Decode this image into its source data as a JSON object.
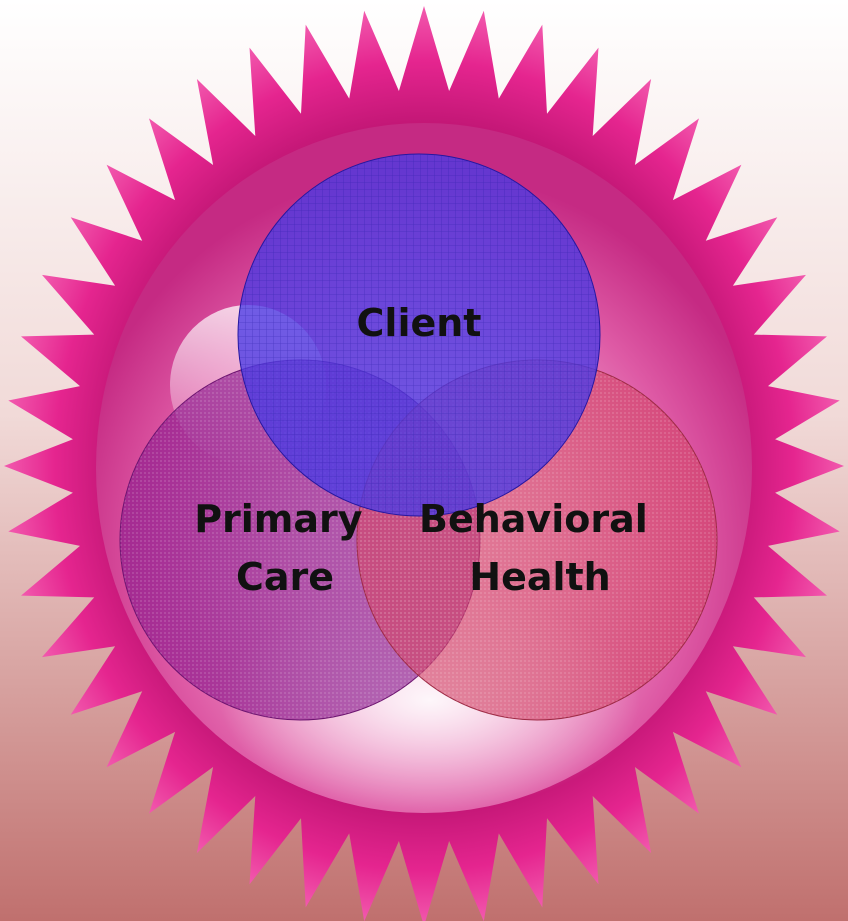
{
  "diagram": {
    "type": "venn",
    "circles": [
      {
        "id": "client",
        "label_lines": [
          "Client"
        ],
        "color": "#4a3be6"
      },
      {
        "id": "primary-care",
        "label_lines": [
          "Primary",
          "Care"
        ],
        "color": "#8a1a8e"
      },
      {
        "id": "behavioral-health",
        "label_lines": [
          "Behavioral",
          "Health"
        ],
        "color": "#d2476a"
      }
    ],
    "colors": {
      "background_top": "#ffffff",
      "background_bottom": "#c0706e",
      "starburst": "#e5258f",
      "orb_light": "#fbe7f2",
      "orb_dark": "#c82a84"
    }
  }
}
